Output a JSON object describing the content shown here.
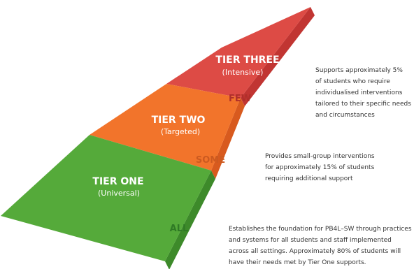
{
  "colors": {
    "tier_one": "#55aa3a",
    "tier_one_side": "#3d8a2a",
    "tier_two": "#f2742b",
    "tier_two_side": "#d85a1e",
    "tier_three": "#dd4b45",
    "tier_three_side": "#c13532"
  },
  "tiers": [
    {
      "title": "TIER ONE",
      "subtitle": "(Universal)",
      "level": "ALL",
      "description": [
        "Establishes the foundation for PB4L–SW through practices",
        "and systems for all students and staff implemented",
        "across all settings. Approximately  80% of students will",
        "have their needs met by Tier One supports."
      ]
    },
    {
      "title": "TIER TWO",
      "subtitle": "(Targeted)",
      "level": "SOME",
      "description": [
        "Provides small-group interventions",
        "for approximately 15% of students",
        "requiring additional support"
      ]
    },
    {
      "title": "TIER THREE",
      "subtitle": "(Intensive)",
      "level": "FEW",
      "description": [
        "Supports approximately 5%",
        "of students who require",
        "individualised interventions",
        "tailored to their specific needs",
        "and circumstances"
      ]
    }
  ]
}
